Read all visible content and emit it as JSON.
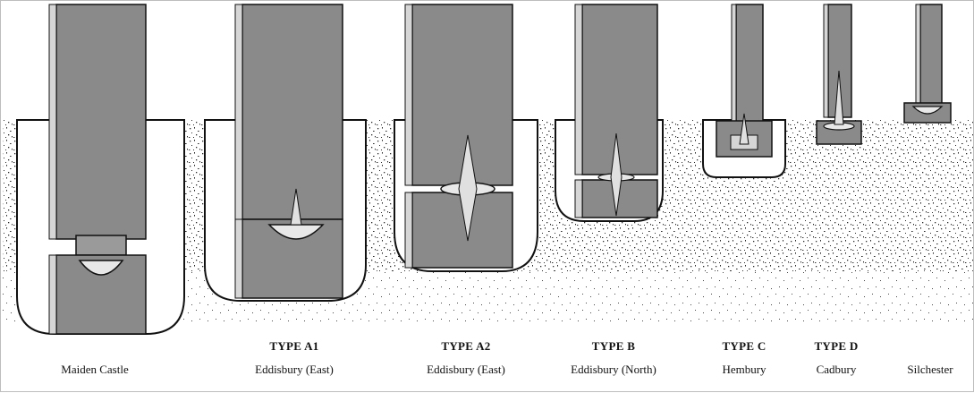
{
  "figure": {
    "colors": {
      "timber": "#8a8a8a",
      "timber_edge": "#d6d6d6",
      "soil_speckle": "#2a2a2a",
      "outline": "#111111",
      "background": "#ffffff"
    },
    "panels": [
      {
        "id": "maiden-castle",
        "type_label": "",
        "site": "Maiden Castle"
      },
      {
        "id": "type-a1",
        "type_label": "TYPE A1",
        "site": "Eddisbury (East)"
      },
      {
        "id": "type-a2",
        "type_label": "TYPE A2",
        "site": "Eddisbury (East)"
      },
      {
        "id": "type-b",
        "type_label": "TYPE B",
        "site": "Eddisbury (North)"
      },
      {
        "id": "type-c",
        "type_label": "TYPE C",
        "site": "Hembury"
      },
      {
        "id": "type-d",
        "type_label": "TYPE D",
        "site": "Cadbury"
      },
      {
        "id": "silchester",
        "type_label": "",
        "site": "Silchester"
      }
    ]
  }
}
